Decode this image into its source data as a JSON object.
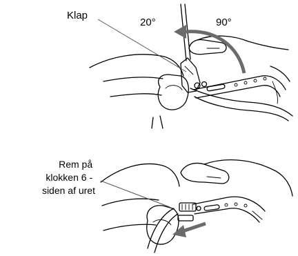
{
  "top_illustration": {
    "callout_label": "Klap",
    "angle_small": "20°",
    "angle_large": "90°"
  },
  "bottom_illustration": {
    "callout_label_lines": [
      "Rem på",
      "klokken 6 -",
      "siden af uret"
    ]
  },
  "colors": {
    "line": "#000000",
    "arrow": "#6b6b6b",
    "background": "#ffffff"
  }
}
